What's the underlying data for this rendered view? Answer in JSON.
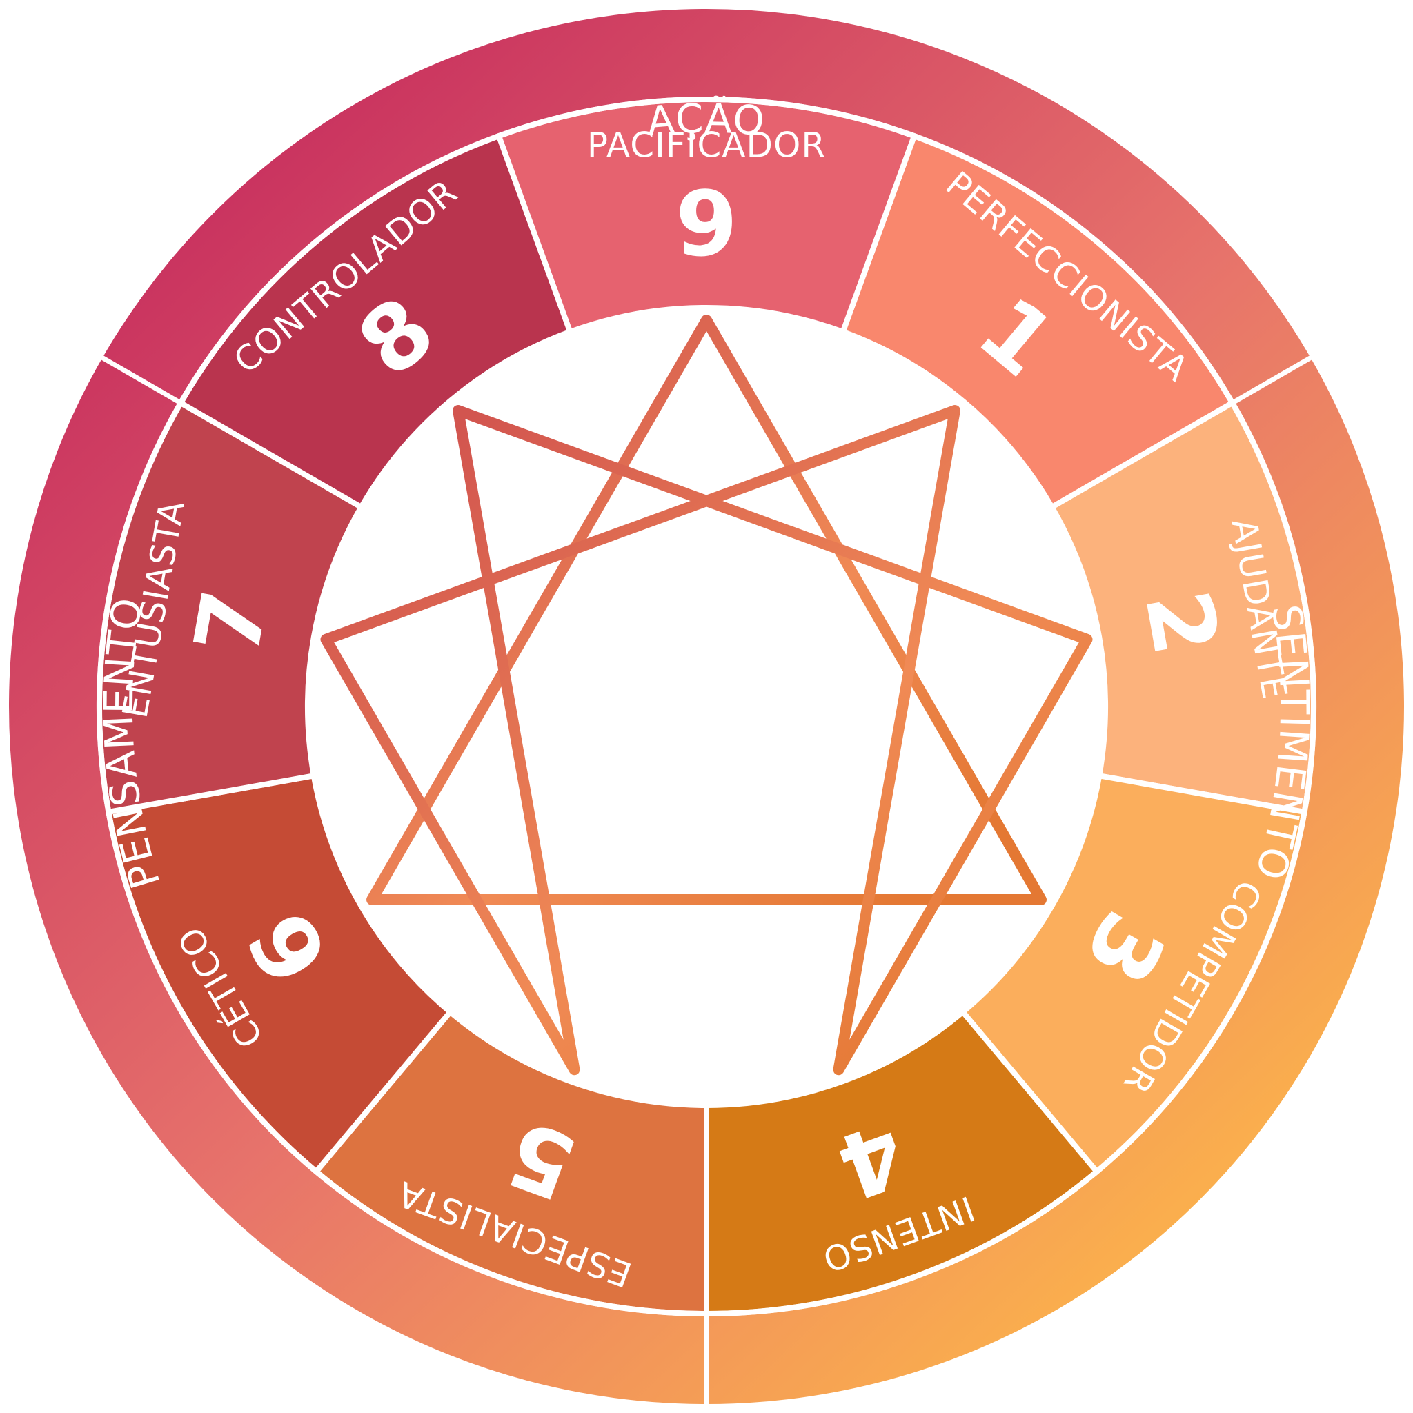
{
  "centers": [
    {
      "id": "acao",
      "label": "AÇÃO"
    },
    {
      "id": "sentimento",
      "label": "SENTIMENTO"
    },
    {
      "id": "pensamento",
      "label": "PENSAMENTO"
    }
  ],
  "types": [
    {
      "number": "1",
      "name": "PERFECCIONISTA",
      "color": "#F9876D"
    },
    {
      "number": "2",
      "name": "AJUDANTE",
      "color": "#FCB27C"
    },
    {
      "number": "3",
      "name": "COMPETIDOR",
      "color": "#FBAE5C"
    },
    {
      "number": "4",
      "name": "INTENSO",
      "color": "#D57A16"
    },
    {
      "number": "5",
      "name": "ESPECIALISTA",
      "color": "#DD7340"
    },
    {
      "number": "6",
      "name": "CÉTICO",
      "color": "#C54B35"
    },
    {
      "number": "7",
      "name": "ENTUSIASTA",
      "color": "#C0434E"
    },
    {
      "number": "8",
      "name": "CONTROLADOR",
      "color": "#B9344E"
    },
    {
      "number": "9",
      "name": "PACIFICADOR",
      "color": "#E6626F"
    }
  ],
  "enneagram": {
    "triangle": [
      "9",
      "3",
      "6"
    ],
    "hexad": [
      "1",
      "4",
      "2",
      "8",
      "5",
      "7"
    ],
    "line_color": "#E07848"
  },
  "colors": {
    "outer_start": "#C8305F",
    "outer_mid": "#E7736B",
    "outer_end": "#FDB749",
    "divider": "#ffffff"
  }
}
